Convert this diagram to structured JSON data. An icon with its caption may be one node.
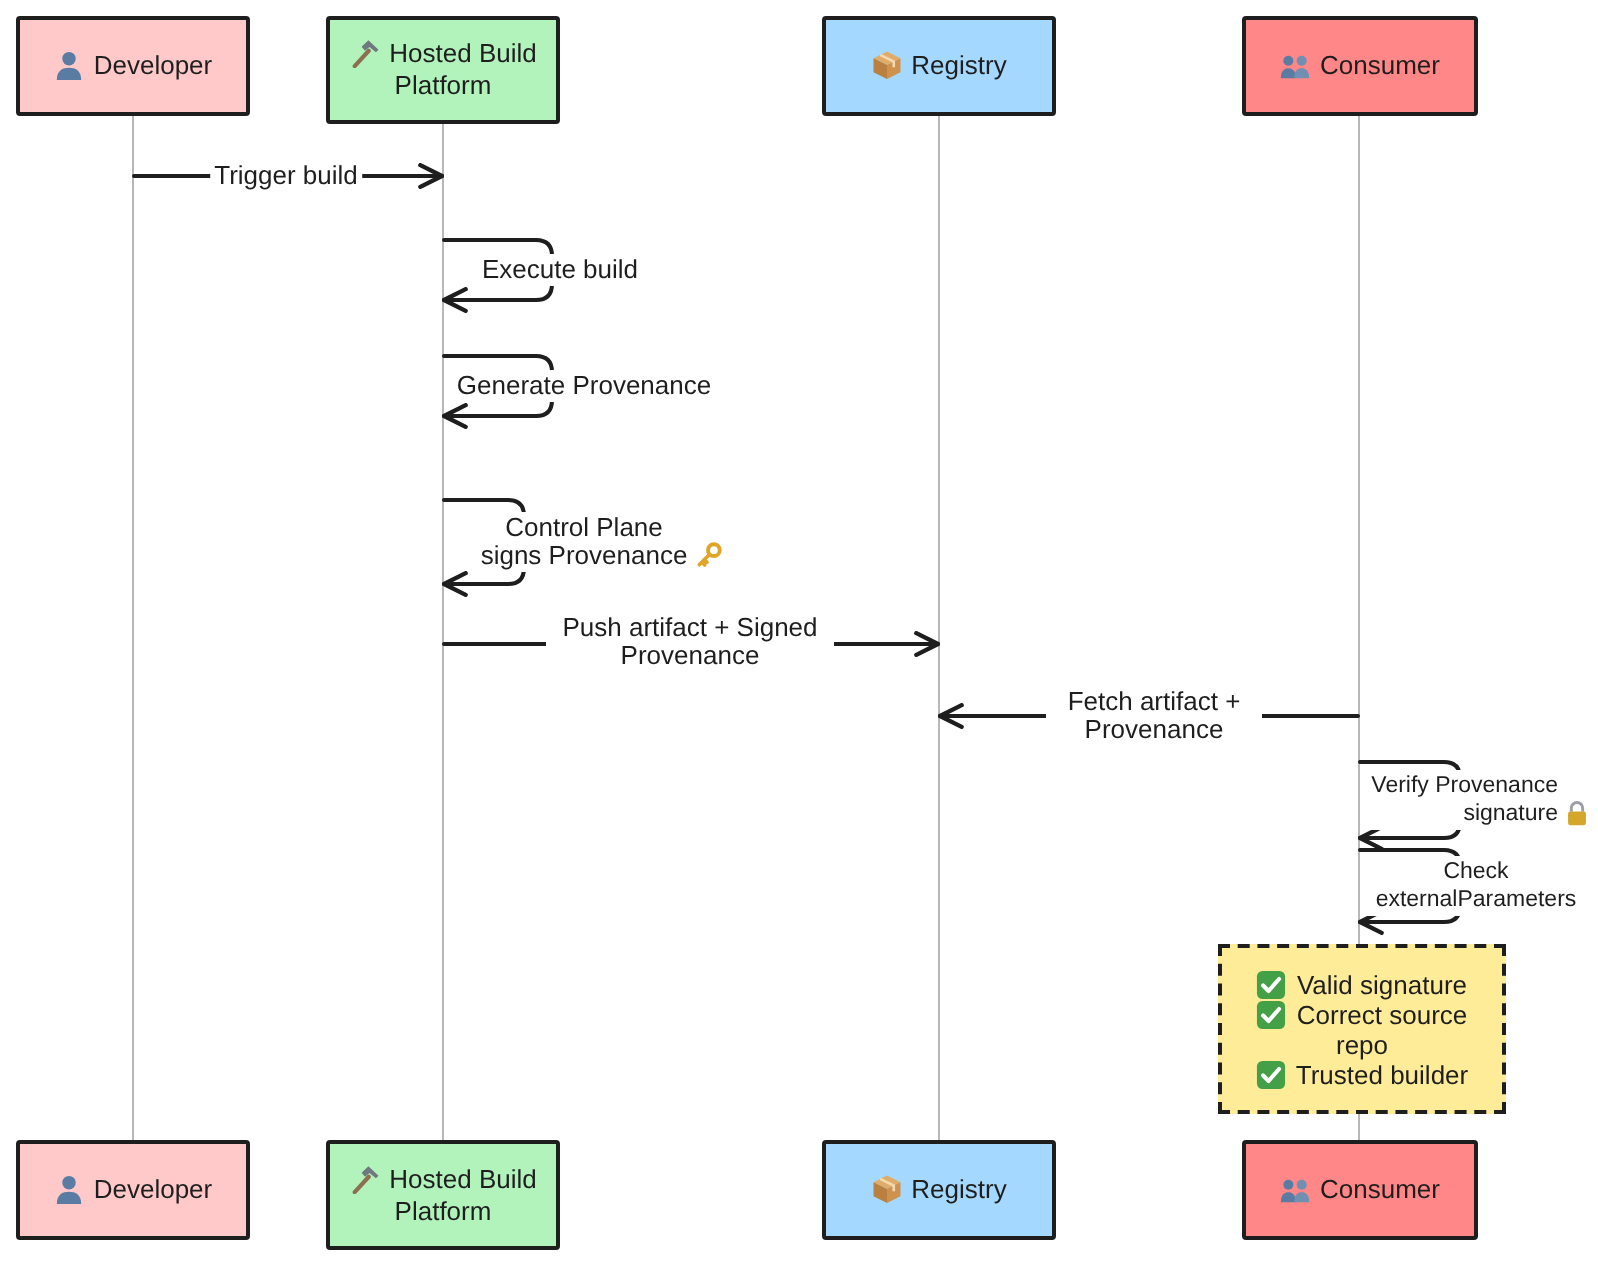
{
  "diagram": {
    "nodes": [
      {
        "text": [
          "Developer"
        ]
      },
      {
        "text": [
          "Hosted Build Platform"
        ]
      },
      {
        "text": [
          "Registry"
        ]
      },
      {
        "text": [
          "Consumer"
        ]
      },
      {
        "text": [],
        "shape": "bar"
      },
      {
        "text": [],
        "shape": "bar"
      },
      {
        "text": [],
        "shape": "bar"
      },
      {
        "text": [],
        "shape": "bar"
      },
      {
        "text": [
          "Valid signature",
          "Correct source repo",
          "Trusted builder"
        ]
      },
      {
        "text": [
          "Developer"
        ]
      },
      {
        "text": [
          "Hosted Build Platform"
        ]
      },
      {
        "text": [
          "Registry"
        ]
      },
      {
        "text": [
          "Consumer"
        ]
      }
    ],
    "edges": [
      {
        "from": 4,
        "to": 5,
        "arrow": "to",
        "label": "Trigger build"
      },
      {
        "from": 5,
        "to": 5,
        "arrow": "to",
        "label": "Execute build"
      },
      {
        "from": 5,
        "to": 5,
        "arrow": "to",
        "label": "Generate Provenance"
      },
      {
        "from": 5,
        "to": 5,
        "arrow": "to",
        "label": "Control Plane signs Provenance"
      },
      {
        "from": 5,
        "to": 6,
        "arrow": "to",
        "label": "Push artifact + Signed Provenance"
      },
      {
        "from": 7,
        "to": 6,
        "arrow": "to",
        "label": "Fetch artifact + Provenance"
      },
      {
        "from": 7,
        "to": 7,
        "arrow": "to",
        "label": "Verify Provenance signature"
      },
      {
        "from": 7,
        "to": 7,
        "arrow": "to",
        "label": "Check externalParameters"
      }
    ]
  }
}
